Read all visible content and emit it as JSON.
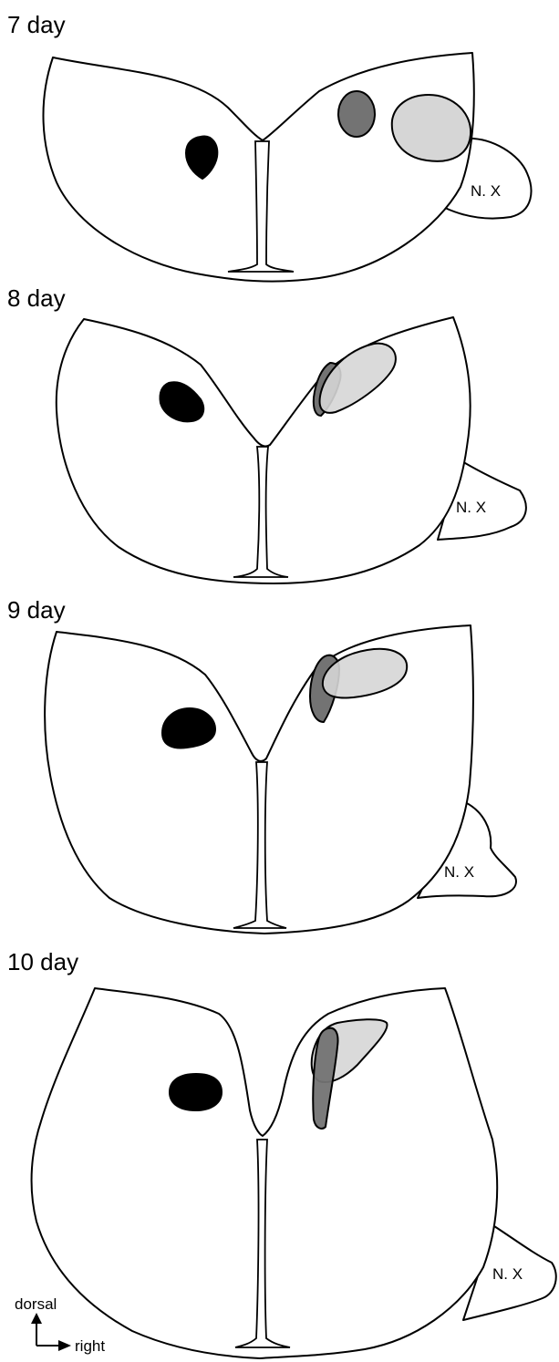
{
  "panels": [
    {
      "title": "7 day",
      "nerve_label": "N. X"
    },
    {
      "title": "8 day",
      "nerve_label": "N. X"
    },
    {
      "title": "9 day",
      "nerve_label": "N. X"
    },
    {
      "title": "10 day",
      "nerve_label": "N. X"
    }
  ],
  "orientation": {
    "dorsal": "dorsal",
    "right": "right"
  },
  "colors": {
    "lesion_black": "#000000",
    "lesion_dark_gray": "#737373",
    "lesion_light_gray": "#d6d6d6",
    "outline": "#000000"
  }
}
